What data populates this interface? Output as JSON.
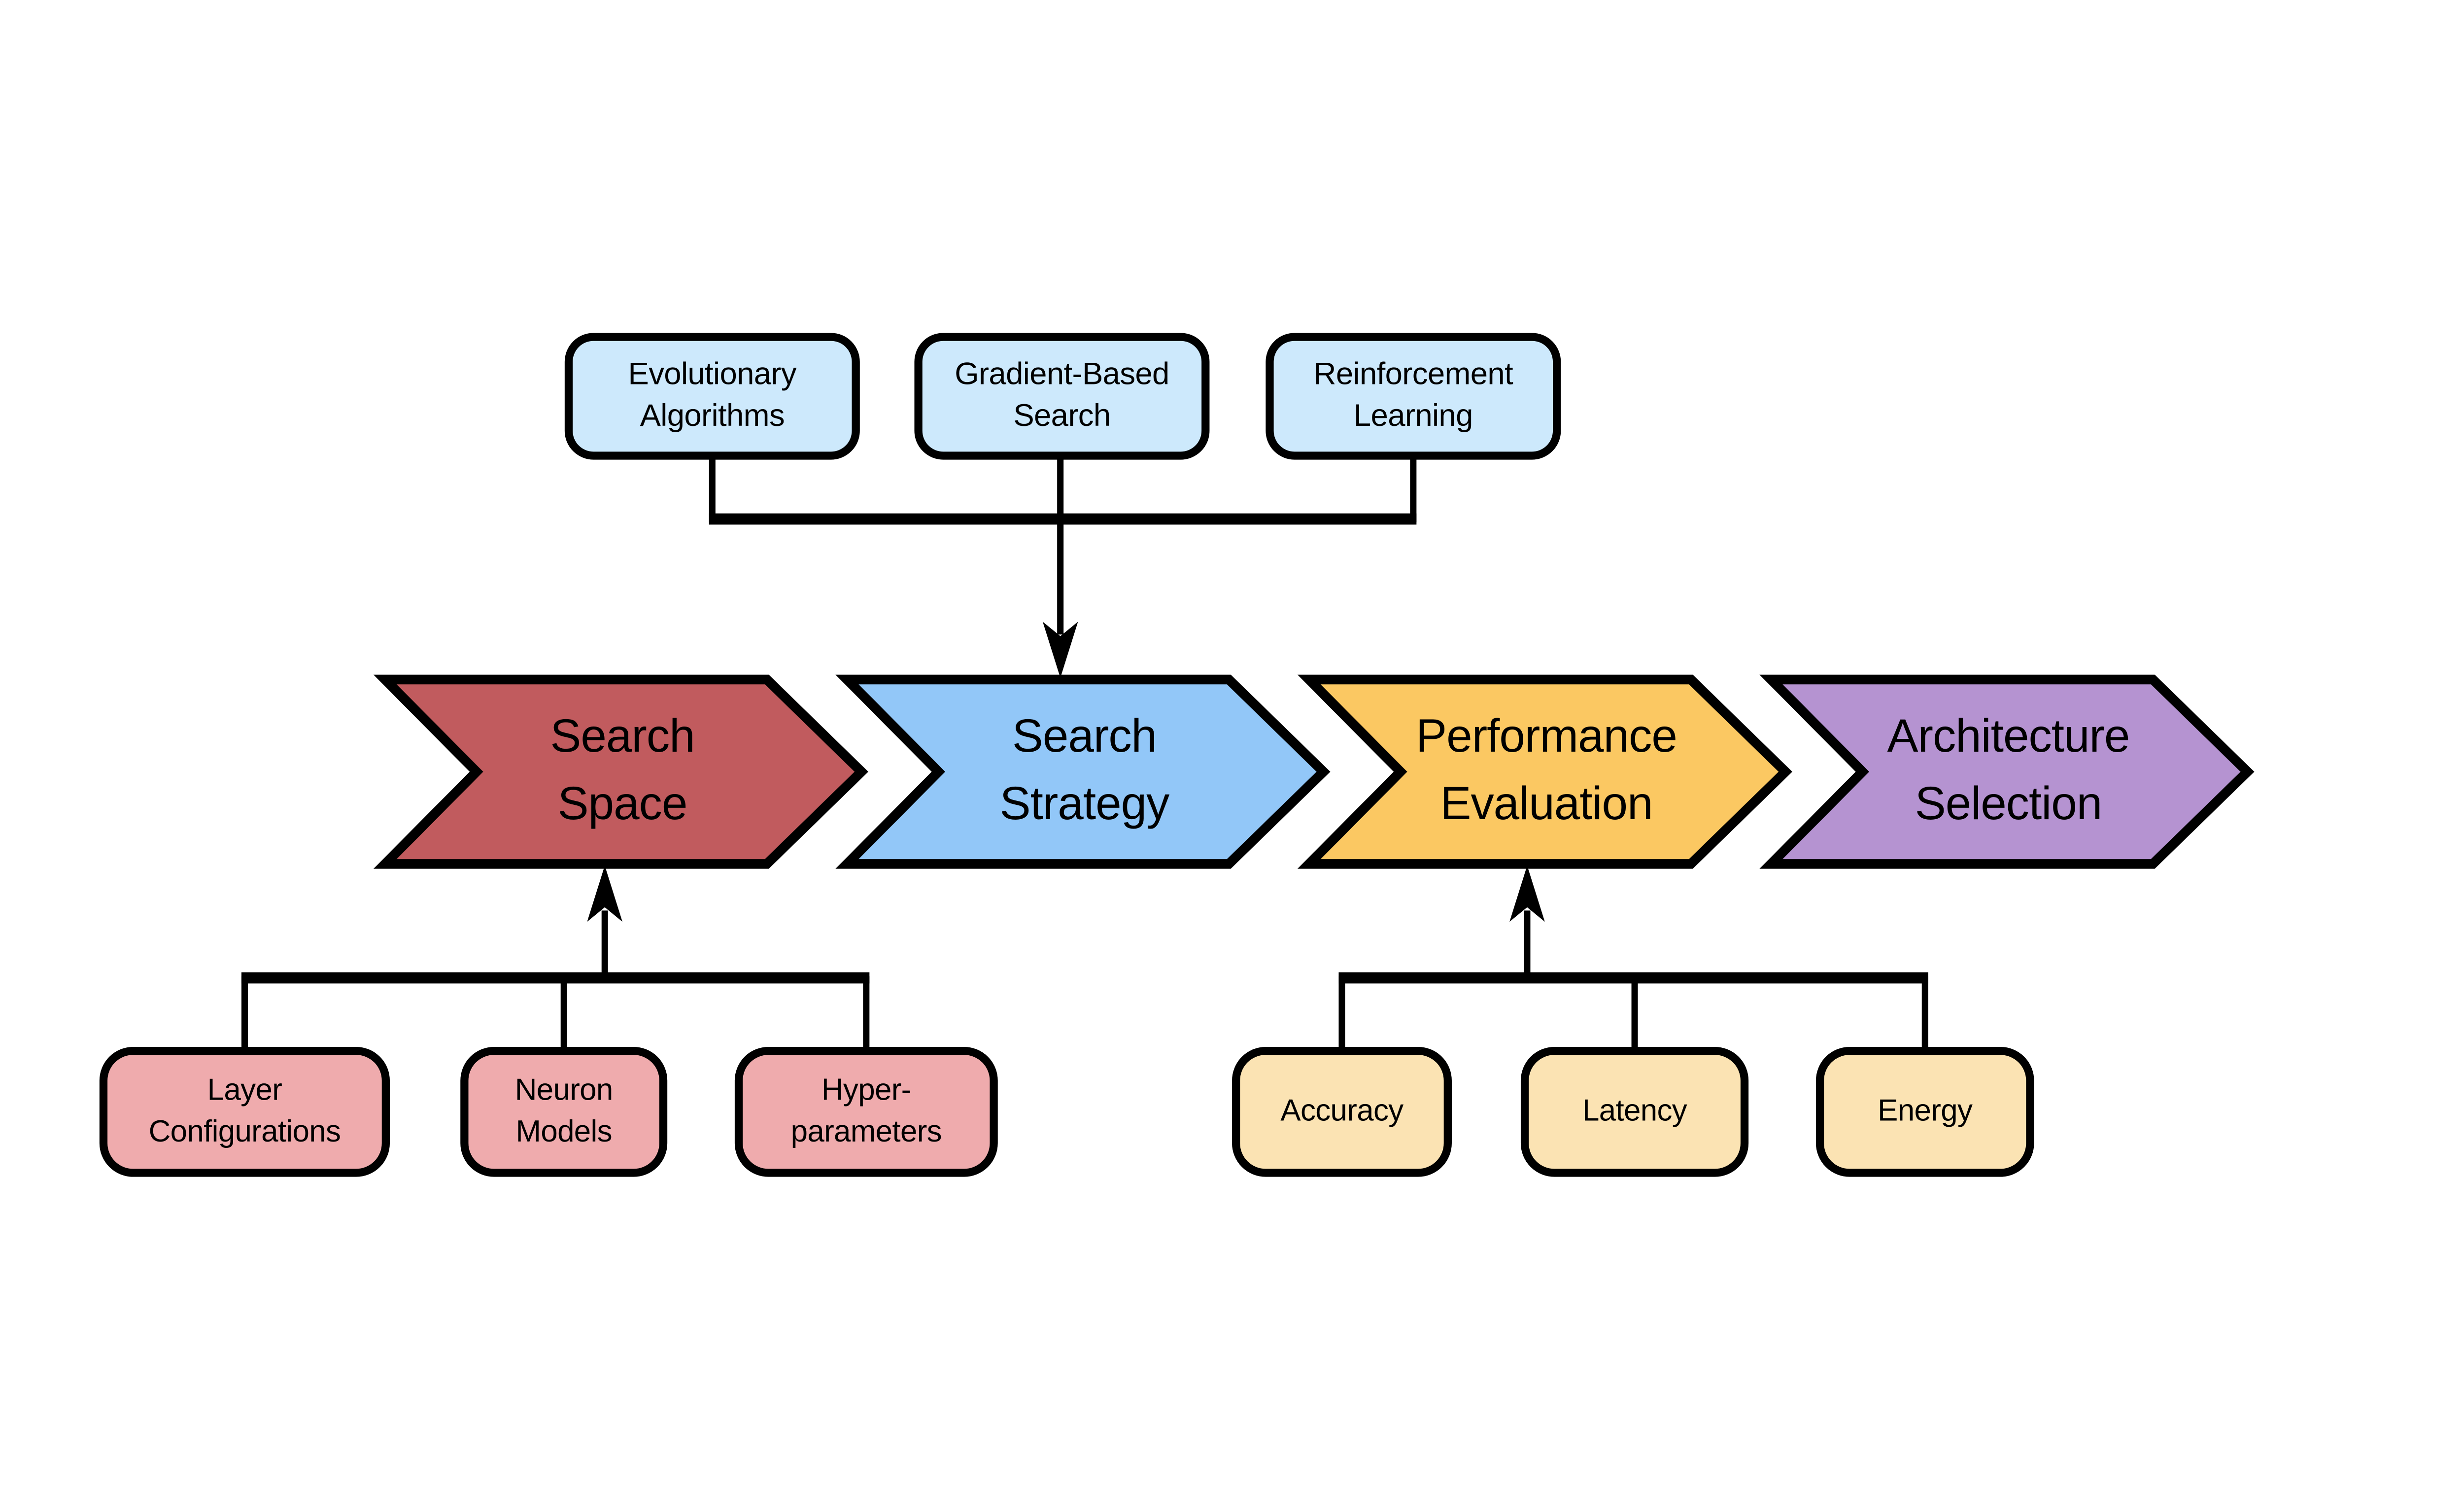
{
  "colors": {
    "strategy_box_fill": "#cde9fc",
    "space_box_fill": "#efabad",
    "metric_box_fill": "#fbe3b3",
    "outline": "#000000"
  },
  "search_strategies": {
    "items": [
      {
        "label": "Evolutionary\nAlgorithms"
      },
      {
        "label": "Gradient-Based\nSearch"
      },
      {
        "label": "Reinforcement\nLearning"
      }
    ]
  },
  "pipeline": {
    "stages": [
      {
        "label": "Search\nSpace",
        "fill": "#c15b5e"
      },
      {
        "label": "Search\nStrategy",
        "fill": "#92c7f8"
      },
      {
        "label": "Performance\nEvaluation",
        "fill": "#fbc862"
      },
      {
        "label": "Architecture\nSelection",
        "fill": "#b593d1"
      }
    ]
  },
  "search_space_components": {
    "items": [
      {
        "label": "Layer\nConfigurations"
      },
      {
        "label": "Neuron\nModels"
      },
      {
        "label": "Hyper-\nparameters"
      }
    ]
  },
  "evaluation_metrics": {
    "items": [
      {
        "label": "Accuracy"
      },
      {
        "label": "Latency"
      },
      {
        "label": "Energy"
      }
    ]
  }
}
